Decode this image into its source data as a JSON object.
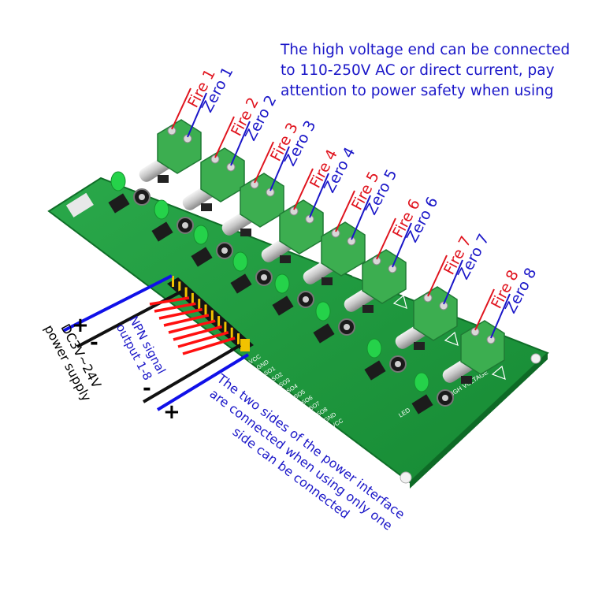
{
  "notice": {
    "line1": "The high voltage end can be connected",
    "line2": "to 110-250V AC or direct current, pay",
    "line3": "attention to power safety when using"
  },
  "channels": [
    {
      "fire": "Fire 1",
      "zero": "Zero 1"
    },
    {
      "fire": "Fire 2",
      "zero": "Zero 2"
    },
    {
      "fire": "Fire 3",
      "zero": "Zero 3"
    },
    {
      "fire": "Fire 4",
      "zero": "Zero 4"
    },
    {
      "fire": "Fire 5",
      "zero": "Zero 5"
    },
    {
      "fire": "Fire 6",
      "zero": "Zero 6"
    },
    {
      "fire": "Fire 7",
      "zero": "Zero 7"
    },
    {
      "fire": "Fire 8",
      "zero": "Zero 8"
    }
  ],
  "power_supply": {
    "line1": "DC3V~24V",
    "line2": "power supply"
  },
  "npn": {
    "line1": "NPN signal",
    "line2": "output 1-8"
  },
  "interface_note": {
    "line1": "The two sides of the power interface",
    "line2": "are connected when using only one",
    "line3": "side can be connected"
  },
  "signs": {
    "plus": "+",
    "minus": "-"
  },
  "pcb_labels": {
    "header": [
      "VCC",
      "GND",
      "SO1",
      "SO2",
      "SO3",
      "SO4",
      "SO5",
      "SO6",
      "SO7",
      "SO8",
      "GND",
      "VCC"
    ],
    "high_voltage": "HIGH VOLTAGE",
    "led": "LED"
  },
  "colors": {
    "pcb": "#1f9a3e",
    "terminal": "#3cae50",
    "fire": "#e0141e",
    "zero": "#1a16c8",
    "wire_signal": "#ff1010",
    "wire_positive": "#1010e8",
    "wire_negative": "#111111"
  }
}
